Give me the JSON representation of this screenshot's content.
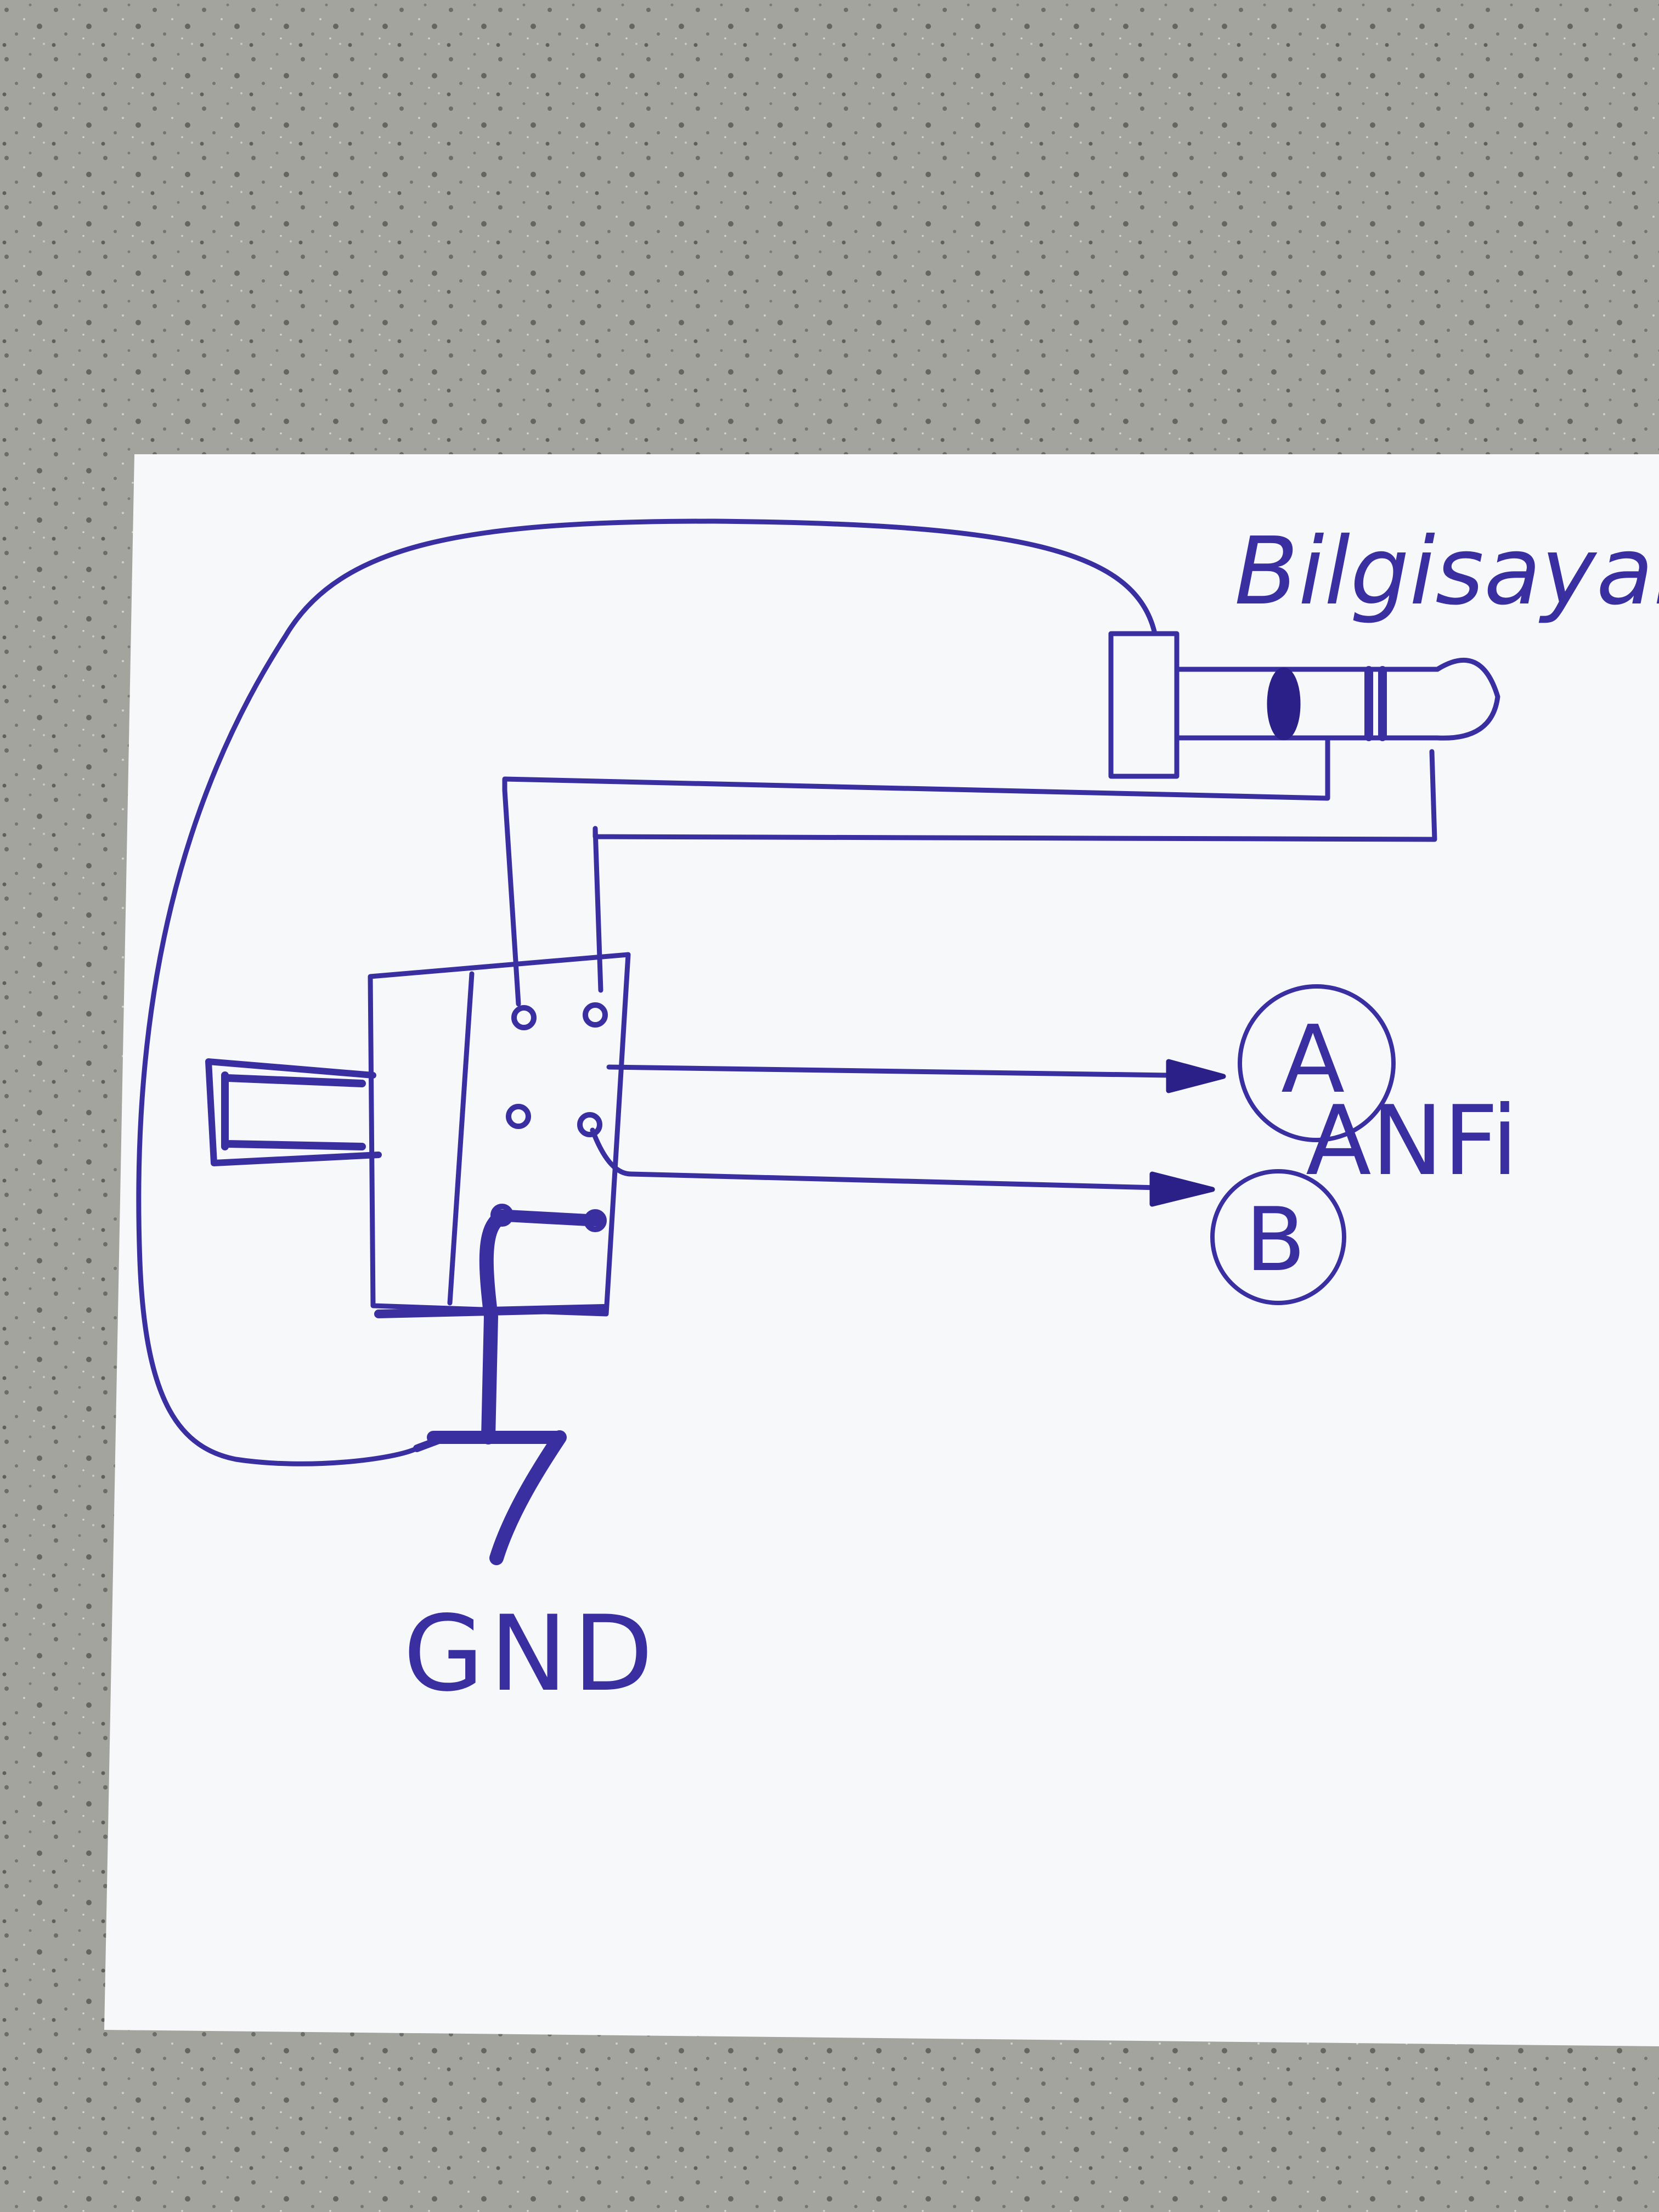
{
  "labels": {
    "computer": "Bilgisayar",
    "amplifier": "ANFi",
    "output_a": "A",
    "output_b": "B",
    "ground": "GND"
  },
  "colors": {
    "ink": "#3a2fa0",
    "ink_dark": "#2a2088",
    "paper": "#f7f8fa",
    "table": "#9c9d97"
  }
}
